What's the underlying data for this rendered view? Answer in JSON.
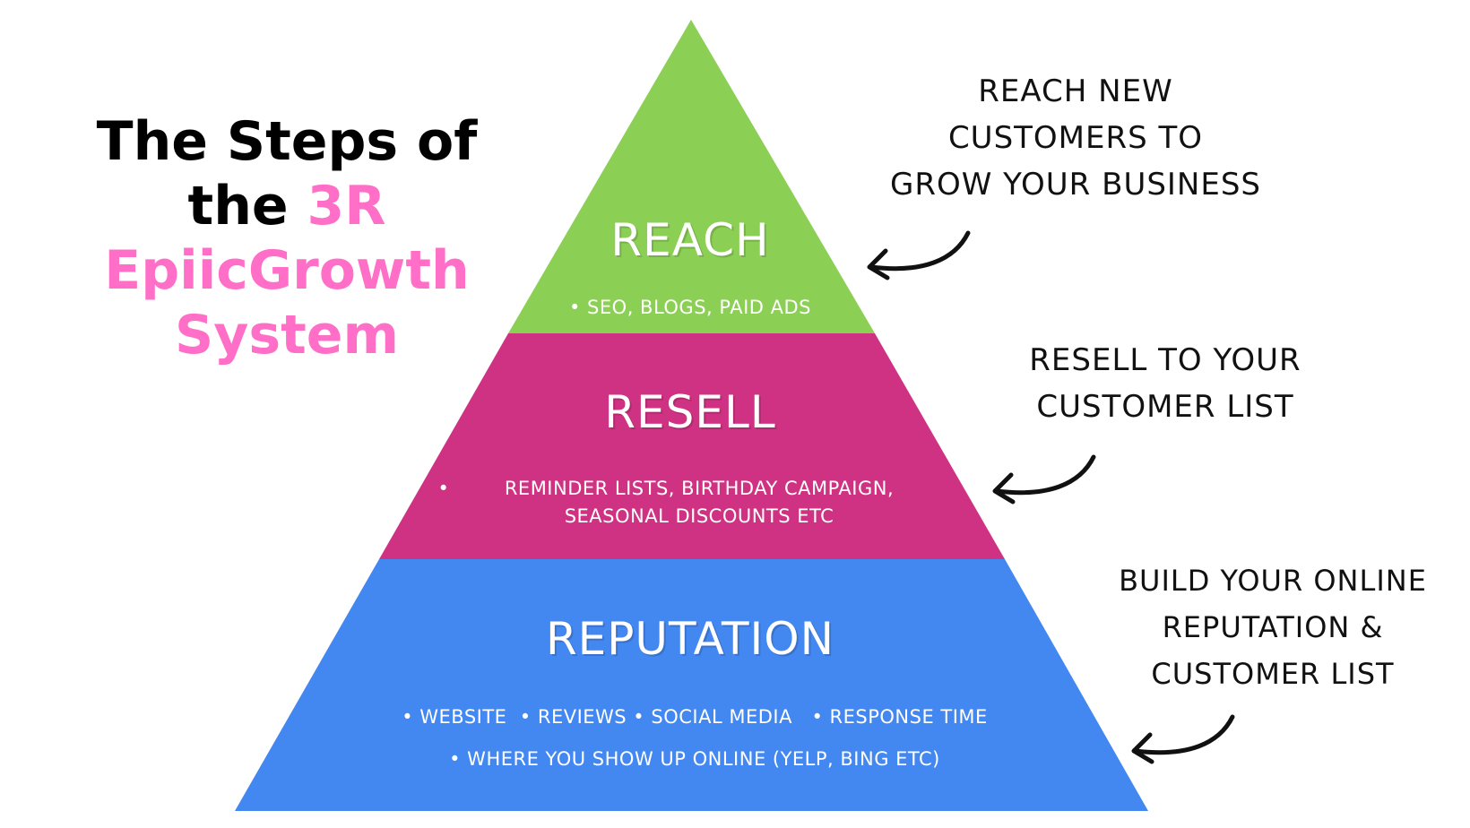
{
  "title": {
    "line1": "The Steps of",
    "line2_prefix": "the ",
    "line2_accent": "3R EpiicGrowth",
    "line3_accent": "System"
  },
  "colors": {
    "reach": "#8bcf55",
    "resell": "#cf3283",
    "reputation": "#4387f0",
    "accent": "#ff6ec7",
    "text_white": "#ffffff",
    "text_dark": "#111111"
  },
  "tiers": {
    "reach": {
      "heading": "REACH",
      "details": [
        "• SEO, BLOGS, PAID ADS"
      ]
    },
    "resell": {
      "heading": "RESELL",
      "bullet": "•",
      "details": [
        "REMINDER LISTS, BIRTHDAY CAMPAIGN,",
        "SEASONAL DISCOUNTS ETC"
      ]
    },
    "reputation": {
      "heading": "REPUTATION",
      "details": [
        "• WEBSITE  • REVIEWS • SOCIAL MEDIA   • RESPONSE TIME",
        "• WHERE YOU SHOW UP ONLINE (YELP, BING ETC)"
      ]
    }
  },
  "notes": {
    "reach": [
      "REACH NEW",
      "CUSTOMERS TO",
      "GROW YOUR BUSINESS"
    ],
    "resell": [
      "RESELL TO YOUR",
      "CUSTOMER LIST"
    ],
    "reputation": [
      "BUILD YOUR ONLINE",
      "REPUTATION &",
      "CUSTOMER LIST"
    ]
  }
}
